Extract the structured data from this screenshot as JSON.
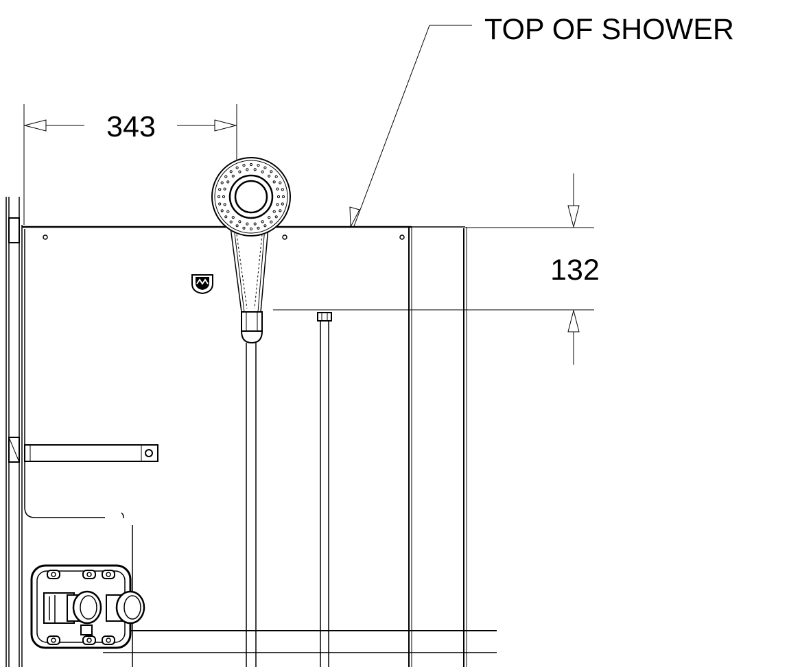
{
  "annotations": {
    "callout": "TOP OF SHOWER",
    "dim_horizontal": "343",
    "dim_vertical": "132"
  },
  "colors": {
    "line": "#000000",
    "background": "#ffffff"
  },
  "icons": {
    "shower_head": "shower-head-icon",
    "brand_logo": "shield-logo-icon",
    "mixer_valve": "mixer-valve-icon"
  }
}
